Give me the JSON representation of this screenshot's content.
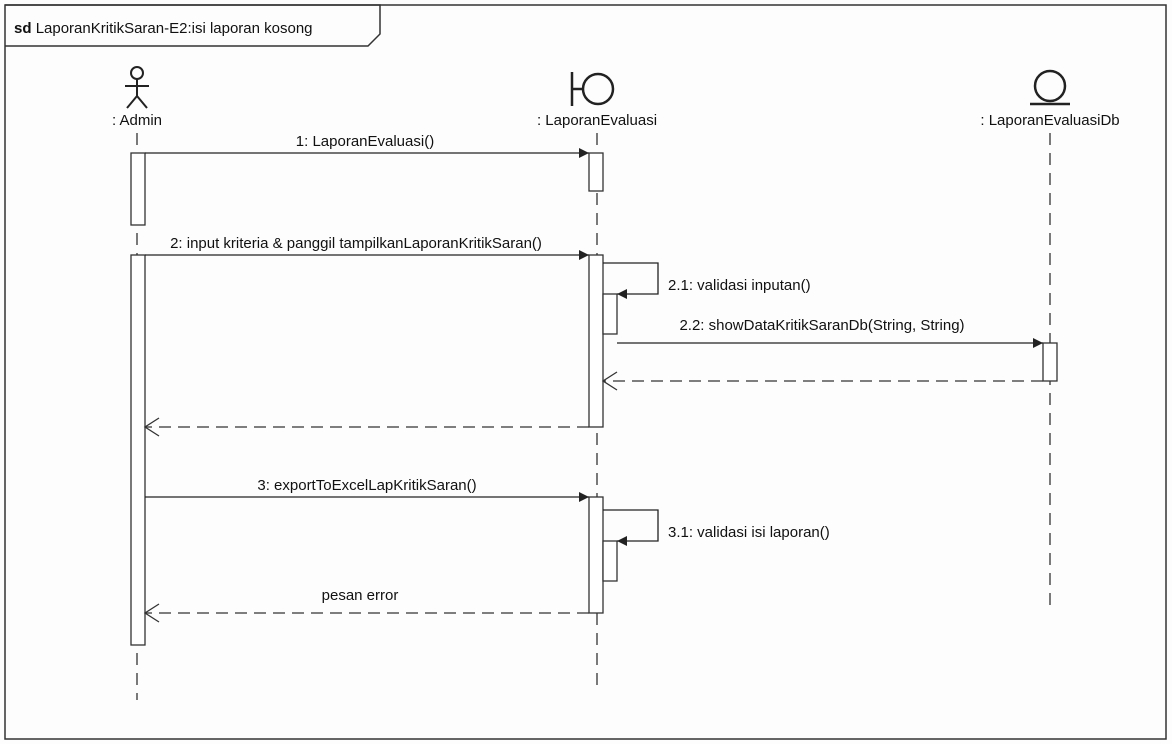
{
  "frame": {
    "keyword": "sd",
    "name": "LaporanKritikSaran-E2:isi laporan kosong"
  },
  "lifelines": [
    {
      "id": "admin",
      "label": ": Admin",
      "kind": "actor-icon"
    },
    {
      "id": "boundary",
      "label": ": LaporanEvaluasi",
      "kind": "boundary-icon"
    },
    {
      "id": "entity",
      "label": ": LaporanEvaluasiDb",
      "kind": "entity-icon"
    }
  ],
  "messages": [
    {
      "id": "m1",
      "label": "1: LaporanEvaluasi()",
      "type": "call",
      "from": "admin",
      "to": "boundary"
    },
    {
      "id": "m2",
      "label": "2: input kriteria & panggil tampilkanLaporanKritikSaran()",
      "type": "call",
      "from": "admin",
      "to": "boundary"
    },
    {
      "id": "m21",
      "label": "2.1: validasi inputan()",
      "type": "self",
      "from": "boundary",
      "to": "boundary"
    },
    {
      "id": "m22",
      "label": "2.2: showDataKritikSaranDb(String, String)",
      "type": "call",
      "from": "boundary",
      "to": "entity"
    },
    {
      "id": "r22",
      "label": "",
      "type": "return",
      "from": "entity",
      "to": "boundary"
    },
    {
      "id": "r2",
      "label": "",
      "type": "return",
      "from": "boundary",
      "to": "admin"
    },
    {
      "id": "m3",
      "label": "3: exportToExcelLapKritikSaran()",
      "type": "call",
      "from": "admin",
      "to": "boundary"
    },
    {
      "id": "m31",
      "label": "3.1: validasi isi laporan()",
      "type": "self",
      "from": "boundary",
      "to": "boundary"
    },
    {
      "id": "r3",
      "label": "pesan error",
      "type": "return",
      "from": "boundary",
      "to": "admin"
    }
  ]
}
